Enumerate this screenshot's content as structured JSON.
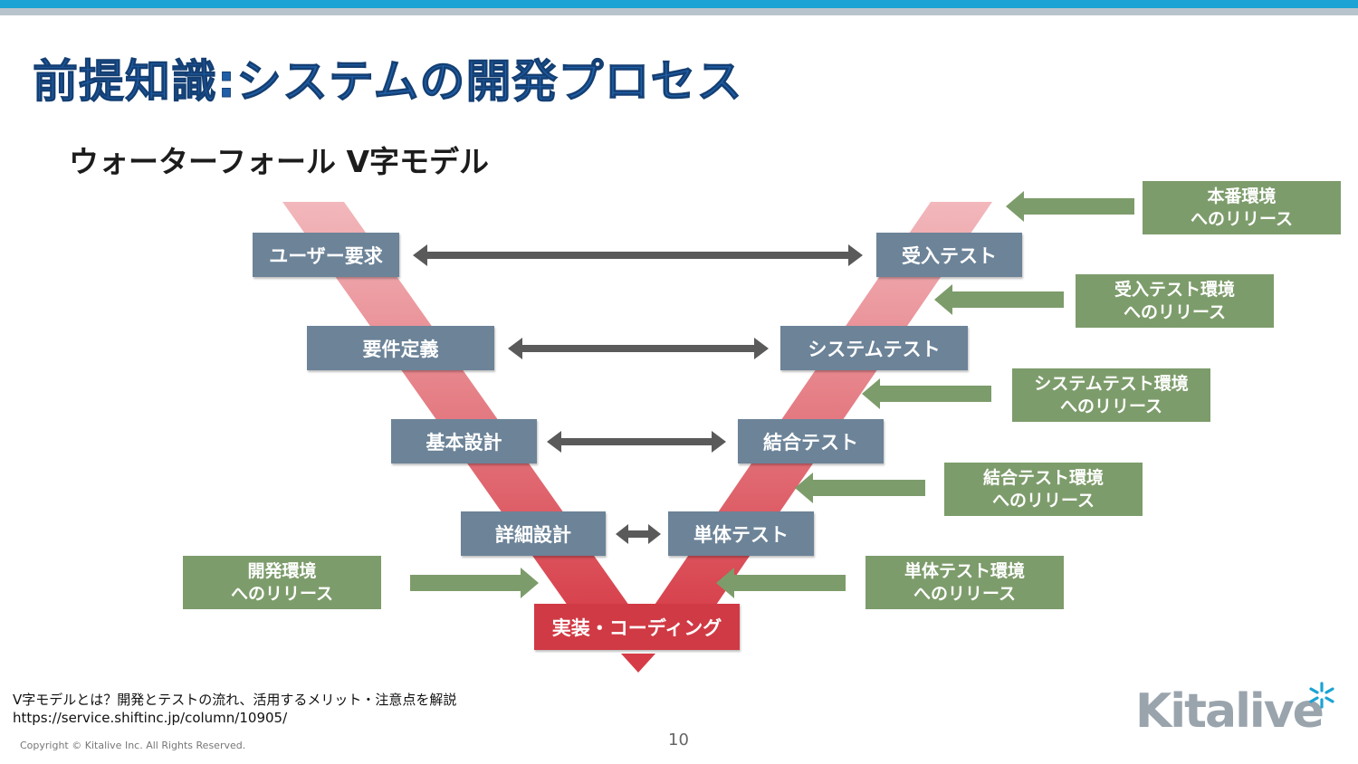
{
  "slide": {
    "title": "前提知識:システムの開発プロセス",
    "subtitle": "ウォーターフォール V字モデル",
    "page_number": "10",
    "copyright": "Copyright © Kitalive Inc. All Rights Reserved.",
    "reference": {
      "title": "V字モデルとは？開発とテストの流れ、活用するメリット・注意点を解説",
      "url": "https://service.shiftinc.jp/column/10905/"
    },
    "logo_text": "Kitalive"
  },
  "diagram": {
    "stages_left": [
      "ユーザー要求",
      "要件定義",
      "基本設計",
      "詳細設計"
    ],
    "stages_right": [
      "受入テスト",
      "システムテスト",
      "結合テスト",
      "単体テスト"
    ],
    "bottom_stage": "実装・コーディング",
    "releases": {
      "production": [
        "本番環境",
        "へのリリース"
      ],
      "acceptance": [
        "受入テスト環境",
        "へのリリース"
      ],
      "system": [
        "システムテスト環境",
        "へのリリース"
      ],
      "integration": [
        "結合テスト環境",
        "へのリリース"
      ],
      "unit": [
        "単体テスト環境",
        "へのリリース"
      ],
      "development": [
        "開発環境",
        "へのリリース"
      ]
    }
  },
  "colors": {
    "title": "#1f5fa8",
    "stage_box": "#6c8398",
    "coding_box": "#d03a44",
    "release_box": "#7d9c6b",
    "v_band": "#e0606a",
    "connector_arrow": "#5a5a5a",
    "release_arrow": "#7d9c6b",
    "top_bar": "#1aa3d4"
  }
}
